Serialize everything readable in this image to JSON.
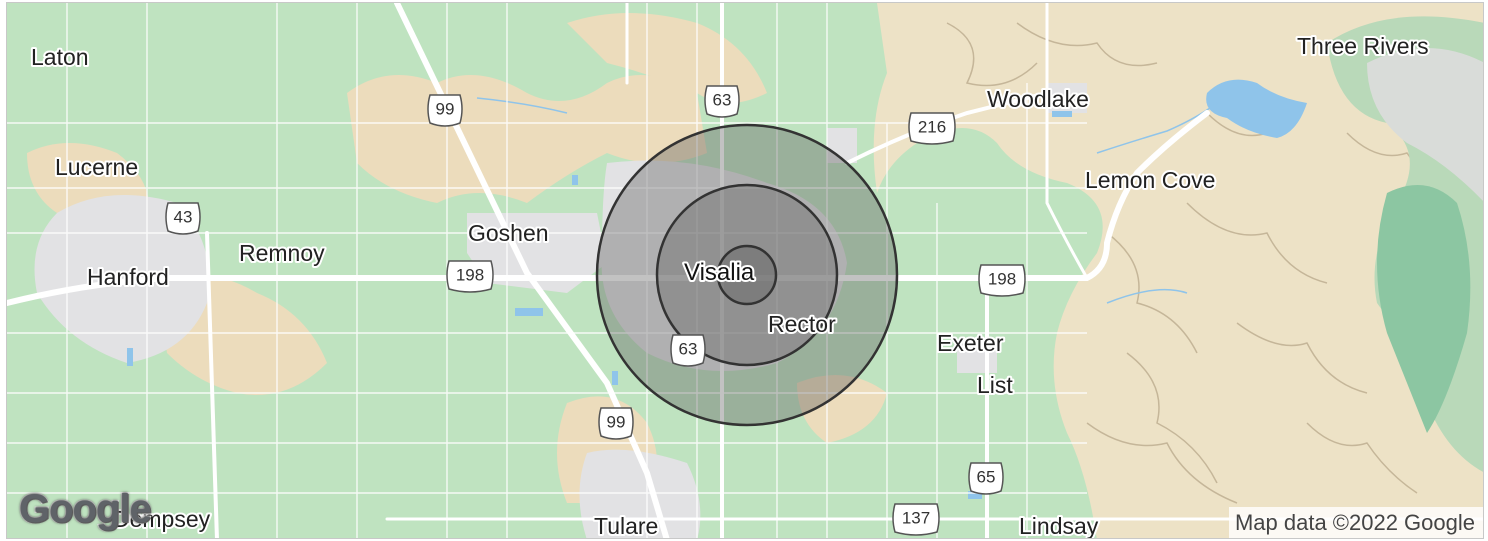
{
  "map": {
    "places": [
      {
        "id": "laton",
        "label": "Laton"
      },
      {
        "id": "lucerne",
        "label": "Lucerne"
      },
      {
        "id": "hanford",
        "label": "Hanford"
      },
      {
        "id": "remnoy",
        "label": "Remnoy"
      },
      {
        "id": "goshen",
        "label": "Goshen"
      },
      {
        "id": "visalia",
        "label": "Visalia"
      },
      {
        "id": "rector",
        "label": "Rector"
      },
      {
        "id": "woodlake",
        "label": "Woodlake"
      },
      {
        "id": "three-rivers",
        "label": "Three Rivers"
      },
      {
        "id": "lemon-cove",
        "label": "Lemon Cove"
      },
      {
        "id": "exeter",
        "label": "Exeter"
      },
      {
        "id": "list",
        "label": "List"
      },
      {
        "id": "lindsay",
        "label": "Lindsay"
      },
      {
        "id": "tulare",
        "label": "Tulare"
      },
      {
        "id": "dempsey",
        "label": "Dempsey"
      }
    ],
    "shields": [
      {
        "id": "hwy-99-north",
        "label": "99"
      },
      {
        "id": "hwy-63-north",
        "label": "63"
      },
      {
        "id": "hwy-216",
        "label": "216"
      },
      {
        "id": "hwy-43",
        "label": "43"
      },
      {
        "id": "hwy-198-west",
        "label": "198"
      },
      {
        "id": "hwy-198-east",
        "label": "198"
      },
      {
        "id": "hwy-63-south",
        "label": "63"
      },
      {
        "id": "hwy-99-south",
        "label": "99"
      },
      {
        "id": "hwy-65",
        "label": "65"
      },
      {
        "id": "hwy-137",
        "label": "137"
      }
    ],
    "radius_rings": 3,
    "attribution": "Map data ©2022 Google",
    "logo_text": "Google",
    "colors": {
      "farmland": "#bfe3c0",
      "urban": "#e4e4e4",
      "terrain": "#efe4c8",
      "water": "#8fc4ea",
      "ring_fill": "#5e5e5e",
      "ring_stroke": "#333333"
    }
  }
}
